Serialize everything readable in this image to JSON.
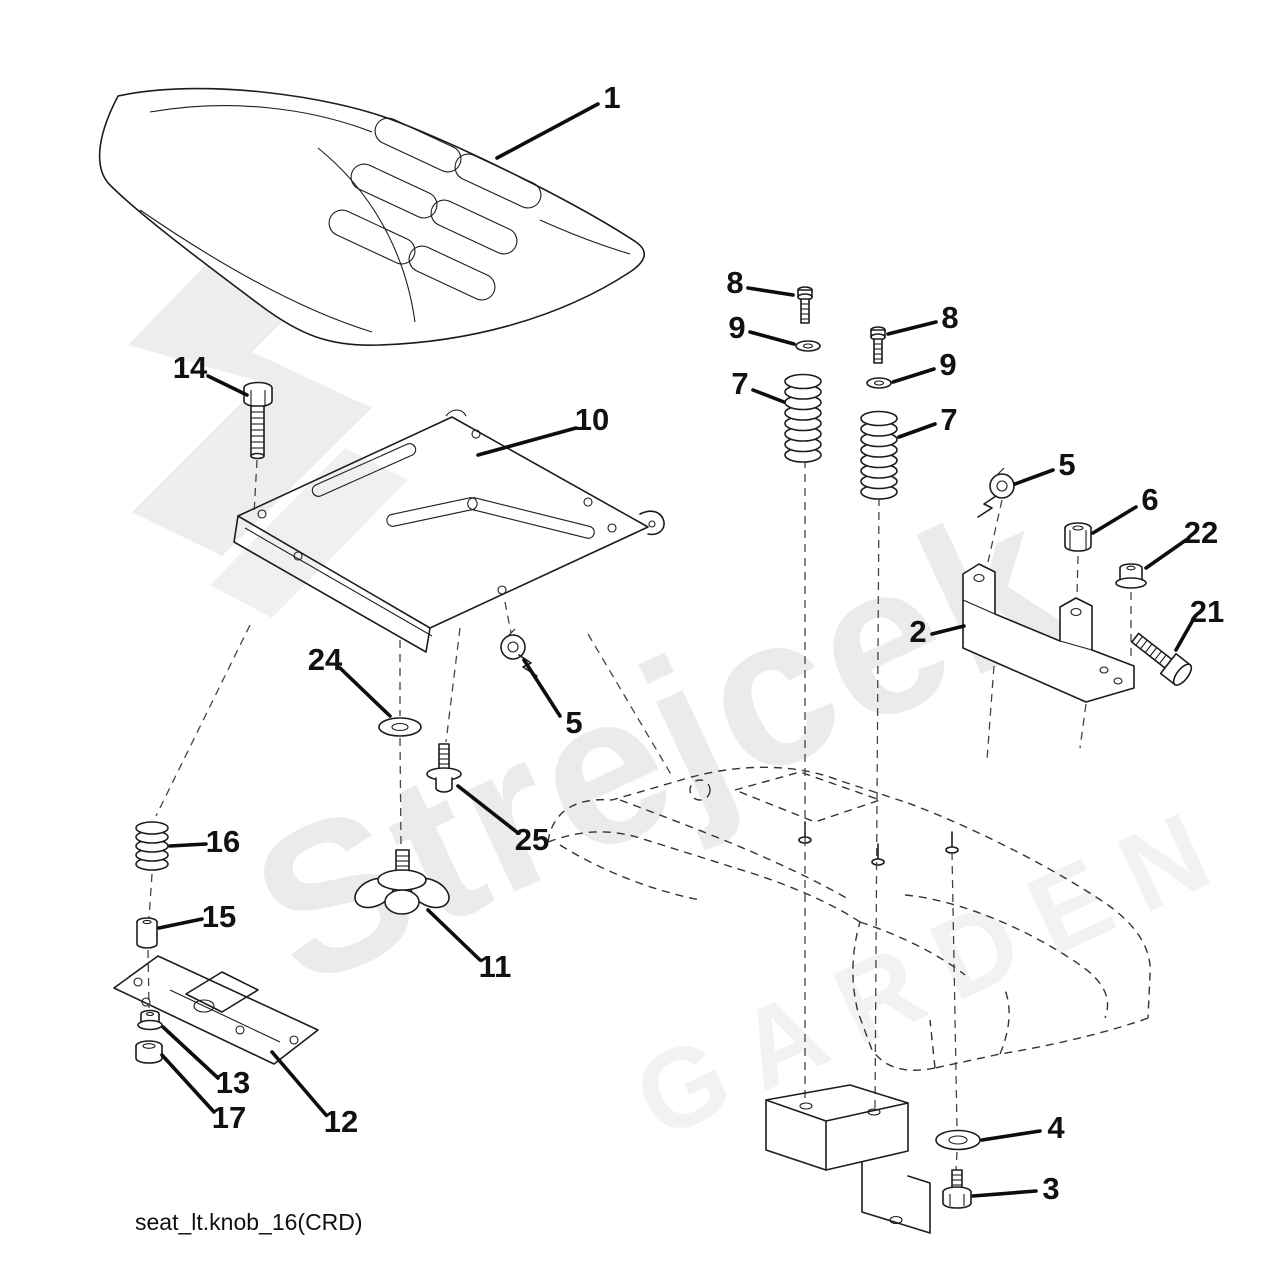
{
  "diagram": {
    "caption": "seat_lt.knob_16(CRD)",
    "watermark": {
      "primary": "Strejcek",
      "secondary": "GARDEN"
    },
    "callouts": [
      "1",
      "14",
      "10",
      "8",
      "9",
      "7",
      "8",
      "9",
      "7",
      "5",
      "6",
      "22",
      "21",
      "2",
      "24",
      "5",
      "25",
      "16",
      "15",
      "11",
      "12",
      "13",
      "17",
      "4",
      "3"
    ]
  }
}
